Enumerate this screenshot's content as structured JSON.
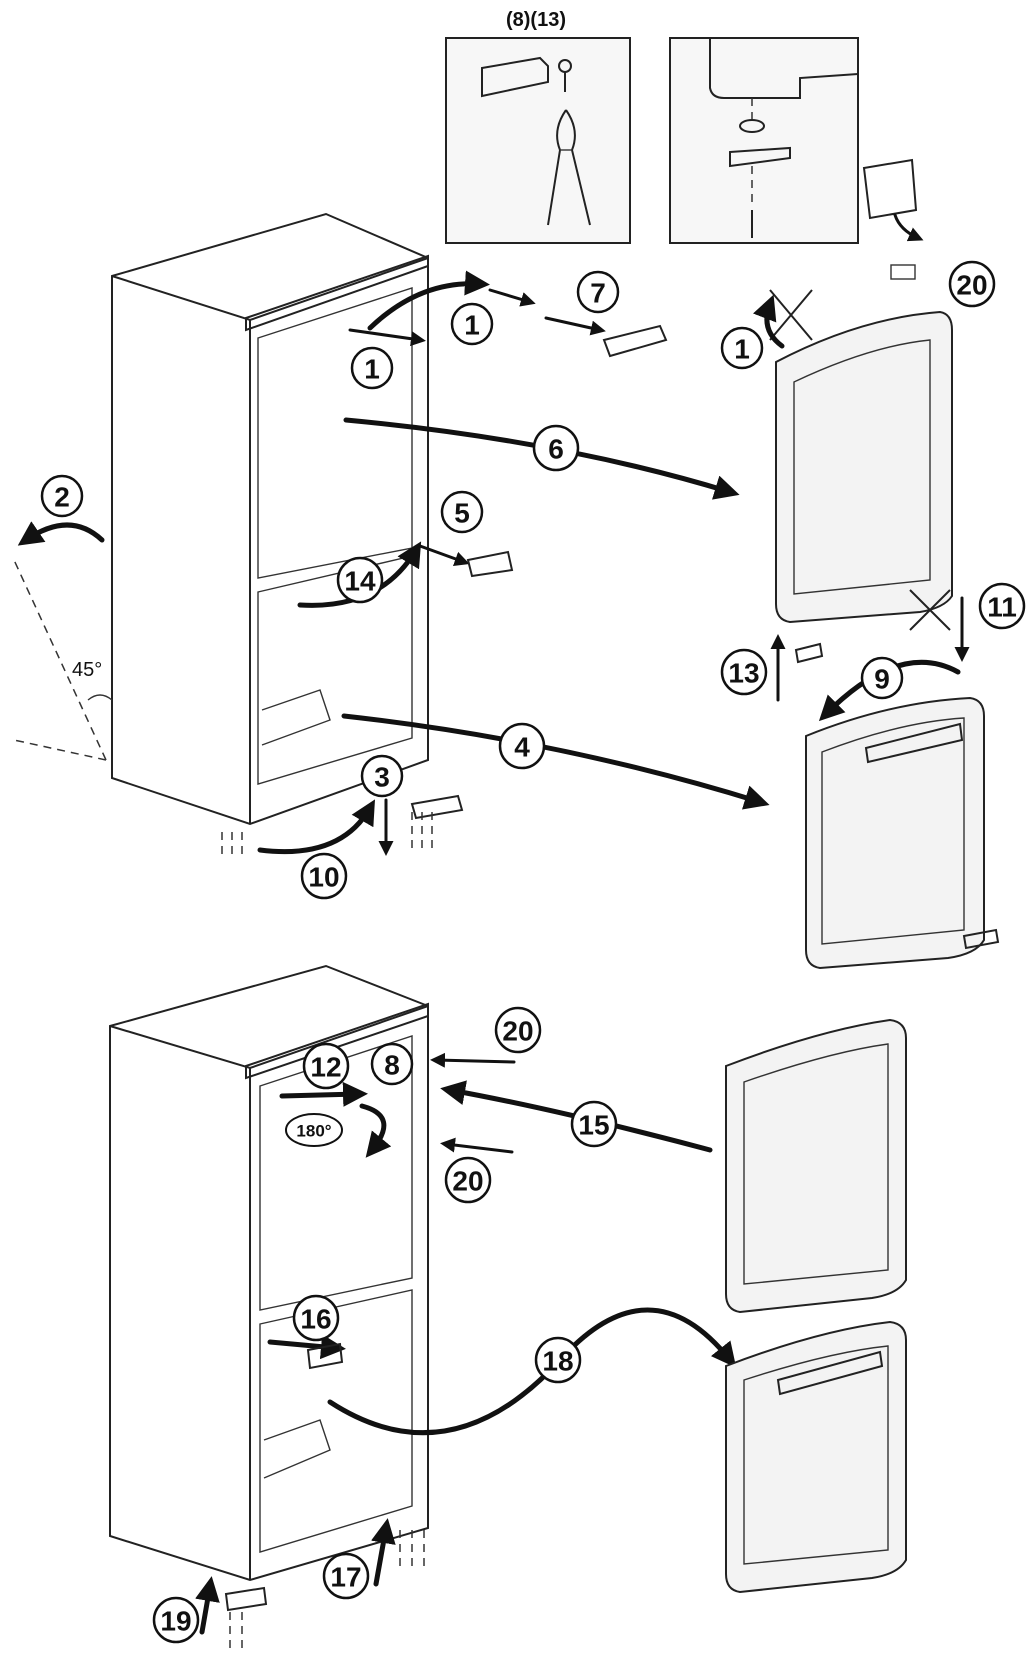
{
  "inset_title": "(8)(13)",
  "angle_label": "45°",
  "rotate_label": "180°",
  "steps": {
    "s1a": "1",
    "s1b": "1",
    "s1c": "1",
    "s2": "2",
    "s3": "3",
    "s4": "4",
    "s5": "5",
    "s6": "6",
    "s7": "7",
    "s8": "8",
    "s9": "9",
    "s10": "10",
    "s11": "11",
    "s12": "12",
    "s13": "13",
    "s14": "14",
    "s15": "15",
    "s16": "16",
    "s17": "17",
    "s18": "18",
    "s19": "19",
    "s20a": "20",
    "s20b": "20",
    "s20c": "20"
  }
}
